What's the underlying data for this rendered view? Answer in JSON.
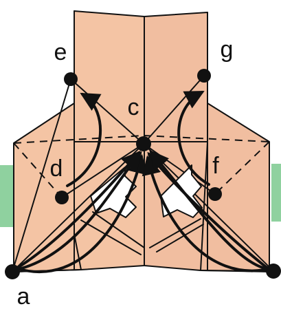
{
  "colors": {
    "paper": "#f4c4a4",
    "paper_alt": "#f1bea0",
    "band": "#8fd19f",
    "arrow_fill": "#ffffff",
    "line": "#111111"
  },
  "labels": {
    "a": "a",
    "c": "c",
    "d": "d",
    "e": "e",
    "f": "f",
    "g": "g"
  }
}
